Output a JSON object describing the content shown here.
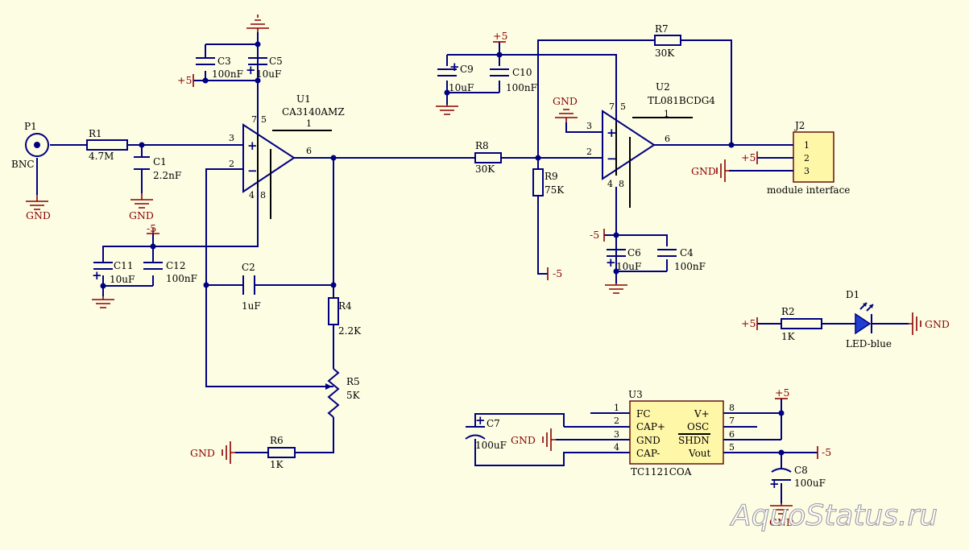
{
  "parts": {
    "P1": {
      "ref": "P1",
      "label": "BNC"
    },
    "R1": {
      "ref": "R1",
      "value": "4.7M"
    },
    "C1": {
      "ref": "C1",
      "value": "2.2nF"
    },
    "C3": {
      "ref": "C3",
      "value": "100nF"
    },
    "C5": {
      "ref": "C5",
      "value": "10uF"
    },
    "U1": {
      "ref": "U1",
      "value": "CA3140AMZ"
    },
    "C11": {
      "ref": "C11",
      "value": "10uF"
    },
    "C12": {
      "ref": "C12",
      "value": "100nF"
    },
    "C2": {
      "ref": "C2",
      "value": "1uF"
    },
    "R4": {
      "ref": "R4",
      "value": "2.2K"
    },
    "R5": {
      "ref": "R5",
      "value": "5K"
    },
    "R6": {
      "ref": "R6",
      "value": "1K"
    },
    "R8": {
      "ref": "R8",
      "value": "30K"
    },
    "R9": {
      "ref": "R9",
      "value": "75K"
    },
    "C9": {
      "ref": "C9",
      "value": "10uF"
    },
    "C10": {
      "ref": "C10",
      "value": "100nF"
    },
    "R7": {
      "ref": "R7",
      "value": "30K"
    },
    "U2": {
      "ref": "U2",
      "value": "TL081BCDG4"
    },
    "C6": {
      "ref": "C6",
      "value": "10uF"
    },
    "C4": {
      "ref": "C4",
      "value": "100nF"
    },
    "J2": {
      "ref": "J2",
      "label": "module interface",
      "pins": [
        "1",
        "2",
        "3"
      ]
    },
    "R2": {
      "ref": "R2",
      "value": "1K"
    },
    "D1": {
      "ref": "D1",
      "value": "LED-blue"
    },
    "U3": {
      "ref": "U3",
      "value": "TC1121COA",
      "left_pins": [
        "1",
        "2",
        "3",
        "4"
      ],
      "right_pins": [
        "8",
        "7",
        "6",
        "5"
      ],
      "left_names": [
        "FC",
        "CAP+",
        "GND",
        "CAP-"
      ],
      "right_names": [
        "V+",
        "OSC",
        "SHDN",
        "Vout"
      ]
    },
    "C7": {
      "ref": "C7",
      "value": "100uF"
    },
    "C8": {
      "ref": "C8",
      "value": "100uF"
    }
  },
  "opamp_pins": {
    "U1": {
      "top_left": "7",
      "top_right": "5",
      "bottom_left": "4",
      "bottom_right": "8",
      "out_top": "1",
      "in_plus": "3",
      "in_minus": "2",
      "out": "6"
    },
    "U2": {
      "top_left": "7",
      "top_right": "5",
      "bottom_left": "4",
      "bottom_right": "8",
      "out_top": "1",
      "in_plus": "3",
      "in_minus": "2",
      "out": "6"
    }
  },
  "nets": {
    "gnd": "GND",
    "pos5": "+5",
    "neg5": "-5"
  },
  "signs": {
    "plus": "+",
    "minus": "−",
    "polarity": "+"
  },
  "watermark": "AquoStatus.ru",
  "colors": {
    "background": "#fdfde4",
    "wire": "#000080",
    "net_label": "#8b0000",
    "ic_body": "#fff7a8",
    "led": "#1f3fd0"
  }
}
